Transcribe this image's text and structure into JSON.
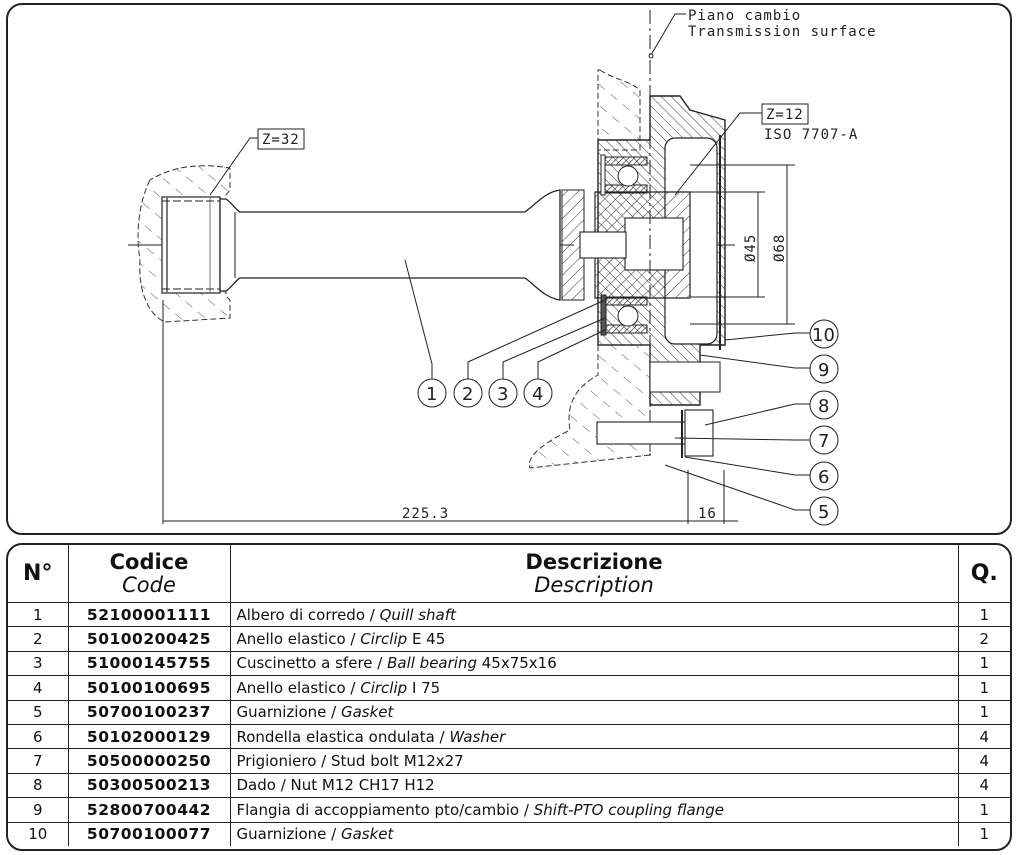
{
  "drawing": {
    "transmission_label_it": "Piano cambio",
    "transmission_label_en": "Transmission surface",
    "spline_left": "Z=32",
    "spline_right": "Z=12",
    "spline_right_standard": "ISO 7707-A",
    "dim_inner_diameter": "Ø45",
    "dim_outer_diameter": "Ø68",
    "dim_length": "225.3",
    "dim_flange": "16",
    "callouts": [
      "1",
      "2",
      "3",
      "4",
      "5",
      "6",
      "7",
      "8",
      "9",
      "10"
    ]
  },
  "table": {
    "headers": {
      "num": "N°",
      "code_it": "Codice",
      "code_en": "Code",
      "desc_it": "Descrizione",
      "desc_en": "Description",
      "qty": "Q."
    },
    "rows": [
      {
        "n": "1",
        "code": "52100001111",
        "desc_it": "Albero di corredo / ",
        "desc_en": "Quill shaft",
        "desc_tail": "",
        "qty": "1"
      },
      {
        "n": "2",
        "code": "50100200425",
        "desc_it": "Anello elastico / ",
        "desc_en": "Circlip",
        "desc_tail": " E 45",
        "qty": "2"
      },
      {
        "n": "3",
        "code": "51000145755",
        "desc_it": "Cuscinetto a sfere / ",
        "desc_en": "Ball bearing",
        "desc_tail": " 45x75x16",
        "qty": "1"
      },
      {
        "n": "4",
        "code": "50100100695",
        "desc_it": "Anello elastico / ",
        "desc_en": "Circlip",
        "desc_tail": " I 75",
        "qty": "1"
      },
      {
        "n": "5",
        "code": "50700100237",
        "desc_it": "Guarnizione / ",
        "desc_en": "Gasket",
        "desc_tail": "",
        "qty": "1"
      },
      {
        "n": "6",
        "code": "50102000129",
        "desc_it": "Rondella elastica ondulata / ",
        "desc_en": "Washer",
        "desc_tail": "",
        "qty": "4"
      },
      {
        "n": "7",
        "code": "50500000250",
        "desc_it": "Prigioniero / Stud bolt M12x27",
        "desc_en": "",
        "desc_tail": "",
        "qty": "4"
      },
      {
        "n": "8",
        "code": "50300500213",
        "desc_it": "Dado / Nut M12 CH17 H12",
        "desc_en": "",
        "desc_tail": "",
        "qty": "4"
      },
      {
        "n": "9",
        "code": "52800700442",
        "desc_it": "Flangia di accoppiamento pto/cambio / ",
        "desc_en": "Shift-PTO coupling flange",
        "desc_tail": "",
        "qty": "1"
      },
      {
        "n": "10",
        "code": "50700100077",
        "desc_it": "Guarnizione / ",
        "desc_en": "Gasket",
        "desc_tail": "",
        "qty": "1"
      }
    ]
  }
}
